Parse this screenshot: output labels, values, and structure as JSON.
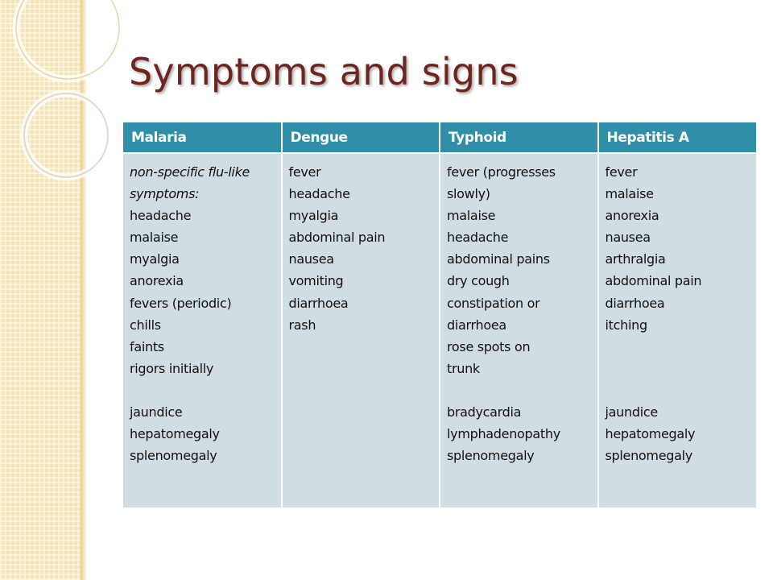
{
  "title": "Symptoms and signs",
  "colors": {
    "title": "#6e241f",
    "header_bg": "#2f8fa8",
    "cell_bg": "#d0dde2",
    "side_band": "#f6e3b4"
  },
  "table": {
    "headers": [
      "Malaria",
      "Dengue",
      "Typhoid",
      "Hepatitis A"
    ],
    "columns": [
      {
        "intro": [
          "non-specific flu-like",
          "symptoms:"
        ],
        "items": [
          "headache",
          "malaise",
          "myalgia",
          "anorexia",
          "fevers (periodic)",
          "chills",
          "faints",
          "rigors initially"
        ],
        "signs": [
          "jaundice",
          "hepatomegaly",
          "splenomegaly"
        ]
      },
      {
        "items": [
          "fever",
          "headache",
          "myalgia",
          "abdominal pain",
          "nausea",
          "vomiting",
          "diarrhoea",
          "rash"
        ]
      },
      {
        "items": [
          "fever (progresses",
          "slowly)",
          "malaise",
          "headache",
          "abdominal pains",
          "dry cough",
          "constipation or",
          "diarrhoea",
          "rose spots on",
          "trunk"
        ],
        "signs": [
          "bradycardia",
          "lymphadenopathy",
          "splenomegaly"
        ]
      },
      {
        "items": [
          "fever",
          "malaise",
          "anorexia",
          "nausea",
          "arthralgia",
          "abdominal pain",
          "diarrhoea",
          "itching"
        ],
        "signs": [
          "jaundice",
          "hepatomegaly",
          "splenomegaly"
        ]
      }
    ]
  }
}
